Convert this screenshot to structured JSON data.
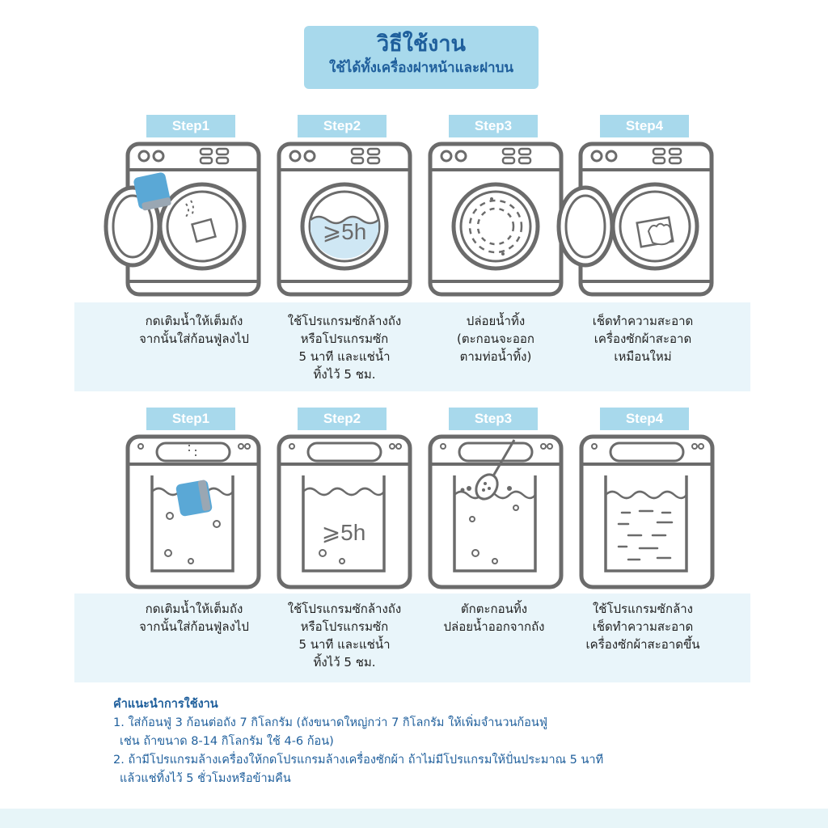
{
  "header": {
    "title": "วิธีใช้งาน",
    "subtitle": "ใช้ได้ทั้งเครื่องฝาหน้าและฝาบน"
  },
  "front_load": {
    "steps": [
      {
        "label": "Step1",
        "lines": [
          "กดเติมน้ำให้เต็มถัง",
          "จากนั้นใส่ก้อนฟู่ลงไป"
        ]
      },
      {
        "label": "Step2",
        "badge": "⩾5h",
        "lines": [
          "ใช้โปรแกรมซักล้างถัง",
          "หรือโปรแกรมซัก",
          "5 นาที และแช่น้ำ",
          "ทิ้งไว้ 5 ชม."
        ]
      },
      {
        "label": "Step3",
        "lines": [
          "ปล่อยน้ำทิ้ง",
          "(ตะกอนจะออก",
          "ตามท่อน้ำทิ้ง)"
        ]
      },
      {
        "label": "Step4",
        "lines": [
          "เช็ดทำความสะอาด",
          "เครื่องซักผ้าสะอาด",
          "เหมือนใหม่"
        ]
      }
    ]
  },
  "top_load": {
    "steps": [
      {
        "label": "Step1",
        "lines": [
          "กดเติมน้ำให้เต็มถัง",
          "จากนั้นใส่ก้อนฟู่ลงไป"
        ]
      },
      {
        "label": "Step2",
        "badge": "⩾5h",
        "lines": [
          "ใช้โปรแกรมซักล้างถัง",
          "หรือโปรแกรมซัก",
          "5 นาที และแช่น้ำ",
          "ทิ้งไว้ 5 ชม."
        ]
      },
      {
        "label": "Step3",
        "lines": [
          "ตักตะกอนทิ้ง",
          "ปล่อยน้ำออกจากถัง"
        ]
      },
      {
        "label": "Step4",
        "lines": [
          "ใช้โปรแกรมซักล้าง",
          "เช็ดทำความสะอาด",
          "เครื่องซักผ้าสะอาดขึ้น"
        ]
      }
    ]
  },
  "tips": {
    "title": "คำแนะนำการใช้งาน",
    "items": [
      [
        "1. ใส่ก้อนฟู่ 3 ก้อนต่อถัง 7 กิโลกรัม (ถังขนาดใหญ่กว่า 7 กิโลกรัม ให้เพิ่มจำนวนก้อนฟู่",
        "เช่น ถ้าขนาด 8-14 กิโลกรัม ใช้ 4-6 ก้อน)"
      ],
      [
        "2. ถ้ามีโปรแกรมล้างเครื่องให้กดโปรแกรมล้างเครื่องซักผ้า ถ้าไม่มีโปรแกรมให้ปั่นประมาณ 5 นาที",
        "แล้วแช่ทิ้งไว้ 5 ชั่วโมงหรือข้ามคืน"
      ]
    ]
  },
  "colors": {
    "accent": "#a8d9ec",
    "text_blue": "#1f5f9c",
    "band": "#e9f5fa",
    "line": "#6b6b6b",
    "tablet": "#5aa8d6"
  }
}
